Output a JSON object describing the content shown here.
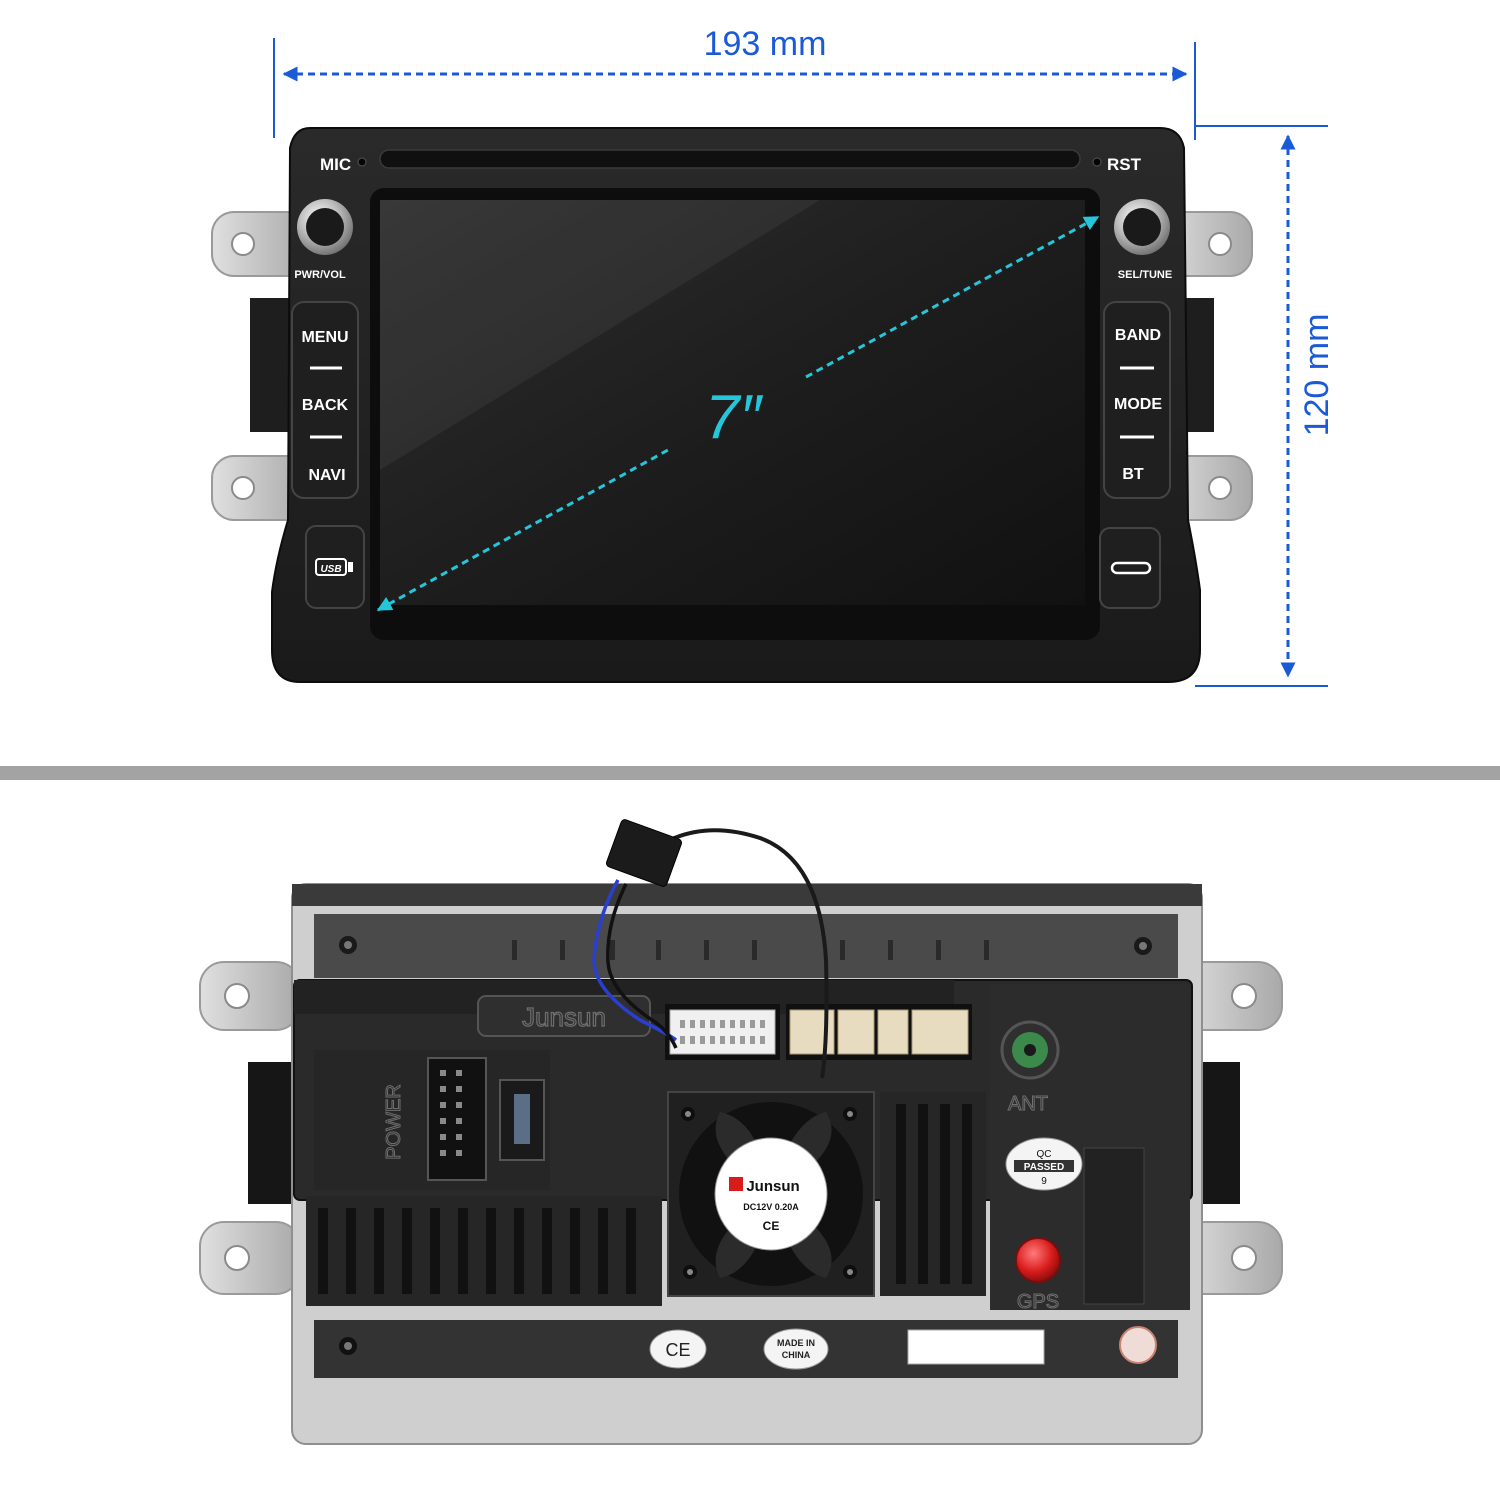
{
  "dimensions": {
    "width": "193 mm",
    "height": "120 mm",
    "diagonal": "7″"
  },
  "front": {
    "top_labels": {
      "mic": "MIC",
      "rst": "RST"
    },
    "knob_labels": {
      "left": "PWR/VOL",
      "right": "SEL/TUNE"
    },
    "left_buttons": [
      "MENU",
      "BACK",
      "NAVI"
    ],
    "right_buttons": [
      "BAND",
      "MODE",
      "BT"
    ],
    "usb_label": "USB"
  },
  "back": {
    "brand_panel": "Junsun",
    "power_label": "POWER",
    "fan": {
      "brand": "Junsun",
      "spec": "DC12V  0.20A",
      "mark": "CE"
    },
    "ant_label": "ANT",
    "gps_label": "GPS",
    "qc": {
      "top": "QC",
      "mid": "PASSED",
      "num": "9"
    },
    "ce_badge": "CE",
    "made_in": [
      "MADE IN",
      "CHINA"
    ]
  },
  "colors": {
    "dimension_blue": "#1a5ad7",
    "diagonal_cyan": "#26c6da",
    "body_dark": "#222222",
    "bracket_silver": "#c9c9c9",
    "divider_grey": "#a3a3a3",
    "gps_red": "#d81b1b",
    "ant_green": "#3b8a4b"
  },
  "icons": [
    "dimension-arrow-icon",
    "diagonal-arrow-icon",
    "usb-icon",
    "fan-icon",
    "screw-icon"
  ]
}
